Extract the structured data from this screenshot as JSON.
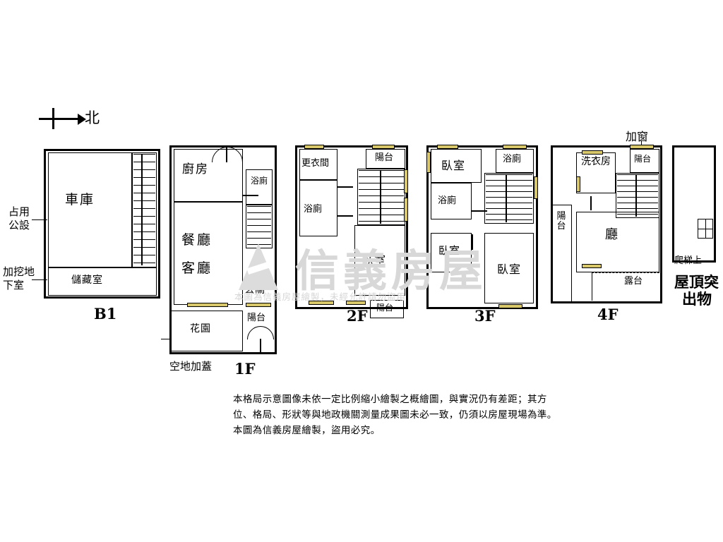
{
  "compass": {
    "label": "北"
  },
  "floors": [
    {
      "id": "b1",
      "title": "B1",
      "rooms": [
        {
          "name": "車庫",
          "label": "車庫"
        },
        {
          "name": "儲藏室",
          "label": "儲藏室"
        }
      ],
      "side_labels": [
        {
          "line1": "占用",
          "line2": "公設"
        },
        {
          "line1": "加挖地",
          "line2": "下室"
        }
      ]
    },
    {
      "id": "1f",
      "title": "1F",
      "rooms": [
        {
          "name": "廚房",
          "label": "廚房"
        },
        {
          "name": "餐廳",
          "label": "餐廳"
        },
        {
          "name": "客廳",
          "label": "客廳"
        },
        {
          "name": "浴廁",
          "label": "浴廁"
        },
        {
          "name": "玄關",
          "label": "玄關"
        },
        {
          "name": "陽台",
          "label": "陽台"
        },
        {
          "name": "花園",
          "label": "花園"
        }
      ],
      "side_labels": [
        {
          "line1": "空地加蓋"
        }
      ]
    },
    {
      "id": "2f",
      "title": "2F",
      "rooms": [
        {
          "name": "更衣間",
          "label": "更衣間"
        },
        {
          "name": "浴廁",
          "label": "浴廁"
        },
        {
          "name": "臥室",
          "label": "臥室"
        },
        {
          "name": "陽台-上",
          "label": "陽台"
        },
        {
          "name": "陽台-下",
          "label": "陽台"
        }
      ]
    },
    {
      "id": "3f",
      "title": "3F",
      "rooms": [
        {
          "name": "臥室-上",
          "label": "臥室"
        },
        {
          "name": "浴廁-右",
          "label": "浴廁"
        },
        {
          "name": "浴廁-左",
          "label": "浴廁"
        },
        {
          "name": "臥室-中",
          "label": "臥室"
        },
        {
          "name": "臥室-下",
          "label": "臥室"
        }
      ]
    },
    {
      "id": "4f",
      "title": "4F",
      "rooms": [
        {
          "name": "洗衣房",
          "label": "洗衣房"
        },
        {
          "name": "廳",
          "label": "廳"
        },
        {
          "name": "陽台-左",
          "label": "陽台"
        },
        {
          "name": "陽台-右",
          "label": "陽台"
        },
        {
          "name": "露台",
          "label": "露台"
        }
      ],
      "annotations": [
        {
          "name": "加窗",
          "label": "加窗"
        }
      ]
    },
    {
      "id": "roof",
      "title_line1": "屋頂突",
      "title_line2": "出物",
      "rooms": [
        {
          "name": "爬梯上",
          "label": "爬梯上"
        }
      ]
    }
  ],
  "watermark": {
    "text": "信義房屋",
    "subtext": "本圖為信義房屋繪製，未經允許請勿盜用"
  },
  "disclaimer": {
    "line1": "本格局示意圖像未依一定比例縮小繪製之概繪圖，與實況仍有差距；其方",
    "line2": "位、格局、形狀等與地政機關測量成果圖未必一致，仍須以房屋現場為準。",
    "line3": "本圖為信義房屋繪製，盜用必究。"
  }
}
